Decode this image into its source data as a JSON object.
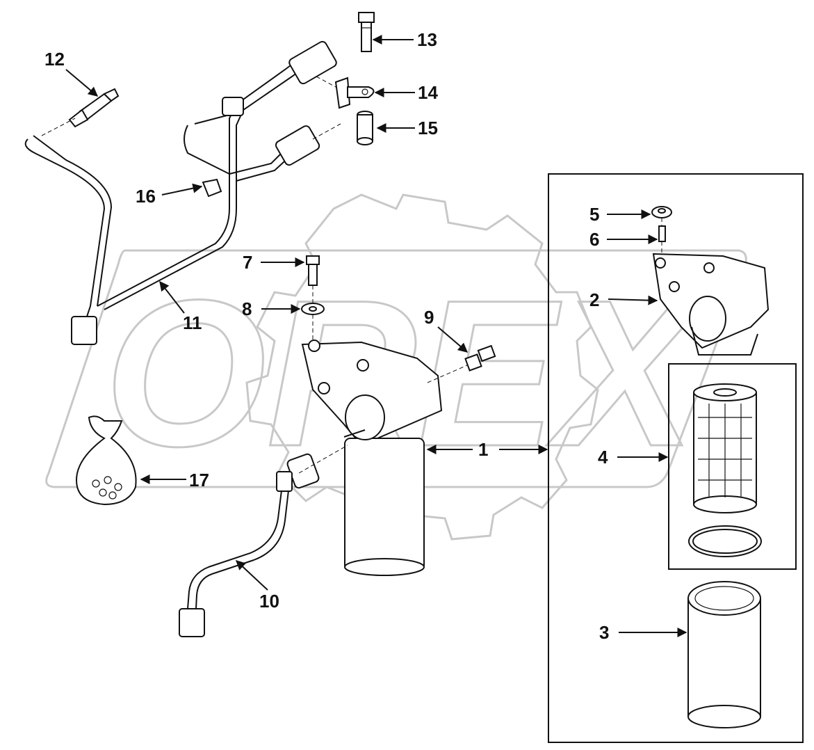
{
  "watermark": {
    "text": "OREX"
  },
  "colors": {
    "ink": "#111111",
    "watermark": "#c8c8c8",
    "background": "#ffffff"
  },
  "callouts": [
    "1",
    "2",
    "3",
    "4",
    "5",
    "6",
    "7",
    "8",
    "9",
    "10",
    "11",
    "12",
    "13",
    "14",
    "15",
    "16",
    "17"
  ]
}
